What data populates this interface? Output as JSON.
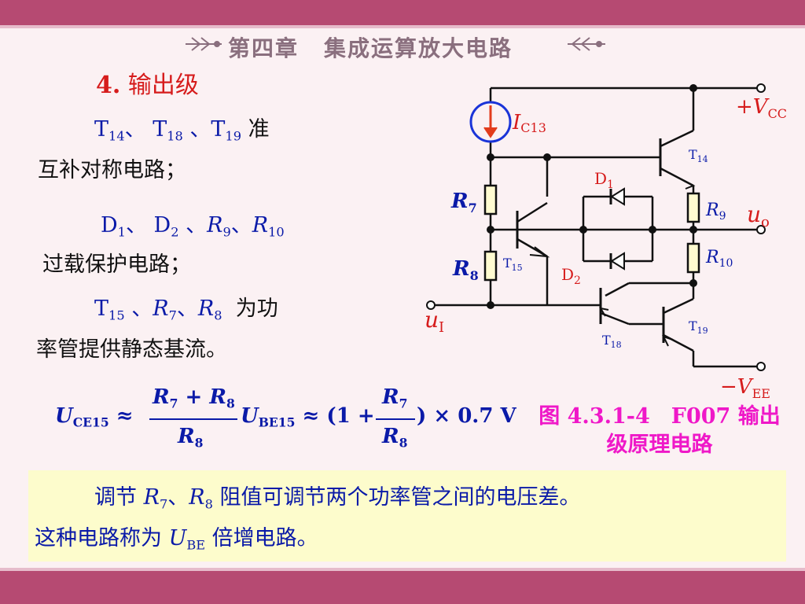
{
  "header": {
    "chapter": "第四章",
    "title": "集成运算放大电路"
  },
  "section": {
    "number": "4.",
    "title": "输出级"
  },
  "paragraphs": {
    "p1_line1_suffix": "准",
    "p1_line2": "互补对称电路；",
    "p2_line2": "过载保护电路；",
    "p3_line1_suffix": "为功",
    "p3_line2": "率管提供静态基流。"
  },
  "formula": {
    "lhs": "U",
    "lhs_sub": "CE15",
    "approx": "≈",
    "num": "R",
    "num_sub1": "7",
    "plus": "+",
    "num_sub2": "8",
    "den": "R",
    "den_sub": "8",
    "ube": "U",
    "ube_sub": "BE15",
    "paren_open": "(1 +",
    "paren_close": ") × 0.7 V"
  },
  "caption": {
    "line1": "图 4.3.1-4　F007 输出",
    "line2": "级原理电路"
  },
  "note": {
    "line1_prefix": "调节 ",
    "line1_suffix": " 阻值可调节两个功率管之间的电压差。",
    "line2_prefix": "这种电路称为 ",
    "line2_suffix": " 倍增电路。"
  },
  "circuit": {
    "labels": {
      "I": "I",
      "I_sub": "C13",
      "vcc_sign": "+V",
      "vcc_sub": "CC",
      "vee_sign": "−V",
      "vee_sub": "EE",
      "uo": "u",
      "uo_sub": "o",
      "ui": "u",
      "ui_sub": "I",
      "R7": "R",
      "R7_sub": "7",
      "R8": "R",
      "R8_sub": "8",
      "R9": "R",
      "R9_sub": "9",
      "R10": "R",
      "R10_sub": "10",
      "D1": "D",
      "D1_sub": "1",
      "D2": "D",
      "D2_sub": "2",
      "T14": "T",
      "T14_sub": "14",
      "T15": "T",
      "T15_sub": "15",
      "T18": "T",
      "T18_sub": "18",
      "T19": "T",
      "T19_sub": "19"
    }
  },
  "colors": {
    "band": "#b64a72",
    "text_blue": "#0a1aa8",
    "accent_red": "#d61c1c",
    "accent_magenta": "#ef18c8",
    "note_bg": "#fdfccc"
  }
}
